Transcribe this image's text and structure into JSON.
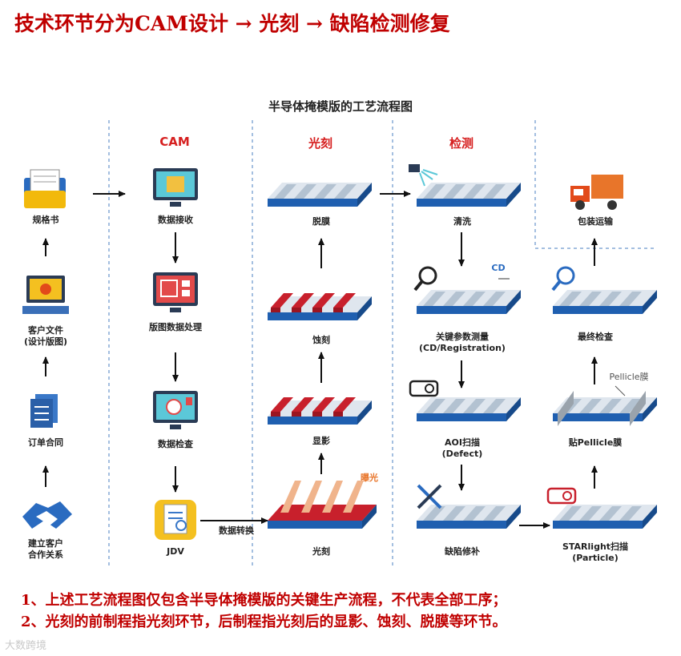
{
  "headline": "技术环节分为CAM设计 → 光刻 → 缺陷检测修复",
  "diagram_title": "半导体掩模版的工艺流程图",
  "columns": {
    "cam": "CAM",
    "litho": "光刻",
    "inspect": "检测"
  },
  "client": {
    "spec": "规格书",
    "client_file_1": "客户文件",
    "client_file_2": "(设计版图)",
    "order": "订单合同",
    "coop_1": "建立客户",
    "coop_2": "合作关系"
  },
  "cam": {
    "receive": "数据接收",
    "process": "版图数据处理",
    "check": "数据检查",
    "jdv": "JDV",
    "convert": "数据转换"
  },
  "litho": {
    "strip": "脱膜",
    "etch": "蚀刻",
    "develop": "显影",
    "expose_tag": "曝光",
    "expose": "光刻"
  },
  "inspect": {
    "clean": "清洗",
    "cd_tag": "CD",
    "cd_1": "关键参数测量",
    "cd_2": "(CD/Registration)",
    "aoi_1": "AOI扫描",
    "aoi_2": "(Defect)",
    "repair": "缺陷修补",
    "star_1": "STARlight扫描",
    "star_2": "(Particle)",
    "pellicle": "贴Pellicle膜",
    "pellicle_tag": "Pellicle膜",
    "final": "最终检查",
    "ship": "包装运输"
  },
  "notes": [
    "1、上述工艺流程图仅包含半导体掩模版的关键生产流程，不代表全部工序；",
    "2、光刻的前制程指光刻环节，后制程指光刻后的显影、蚀刻、脱膜等环节。"
  ],
  "watermark": "大数跨境",
  "colors": {
    "accent_red": "#c00000",
    "column_red": "#d62020",
    "substrate_blue": "#1f5fb0",
    "stripe_gray": "#c9d4de",
    "resist_red": "#c8202c"
  }
}
